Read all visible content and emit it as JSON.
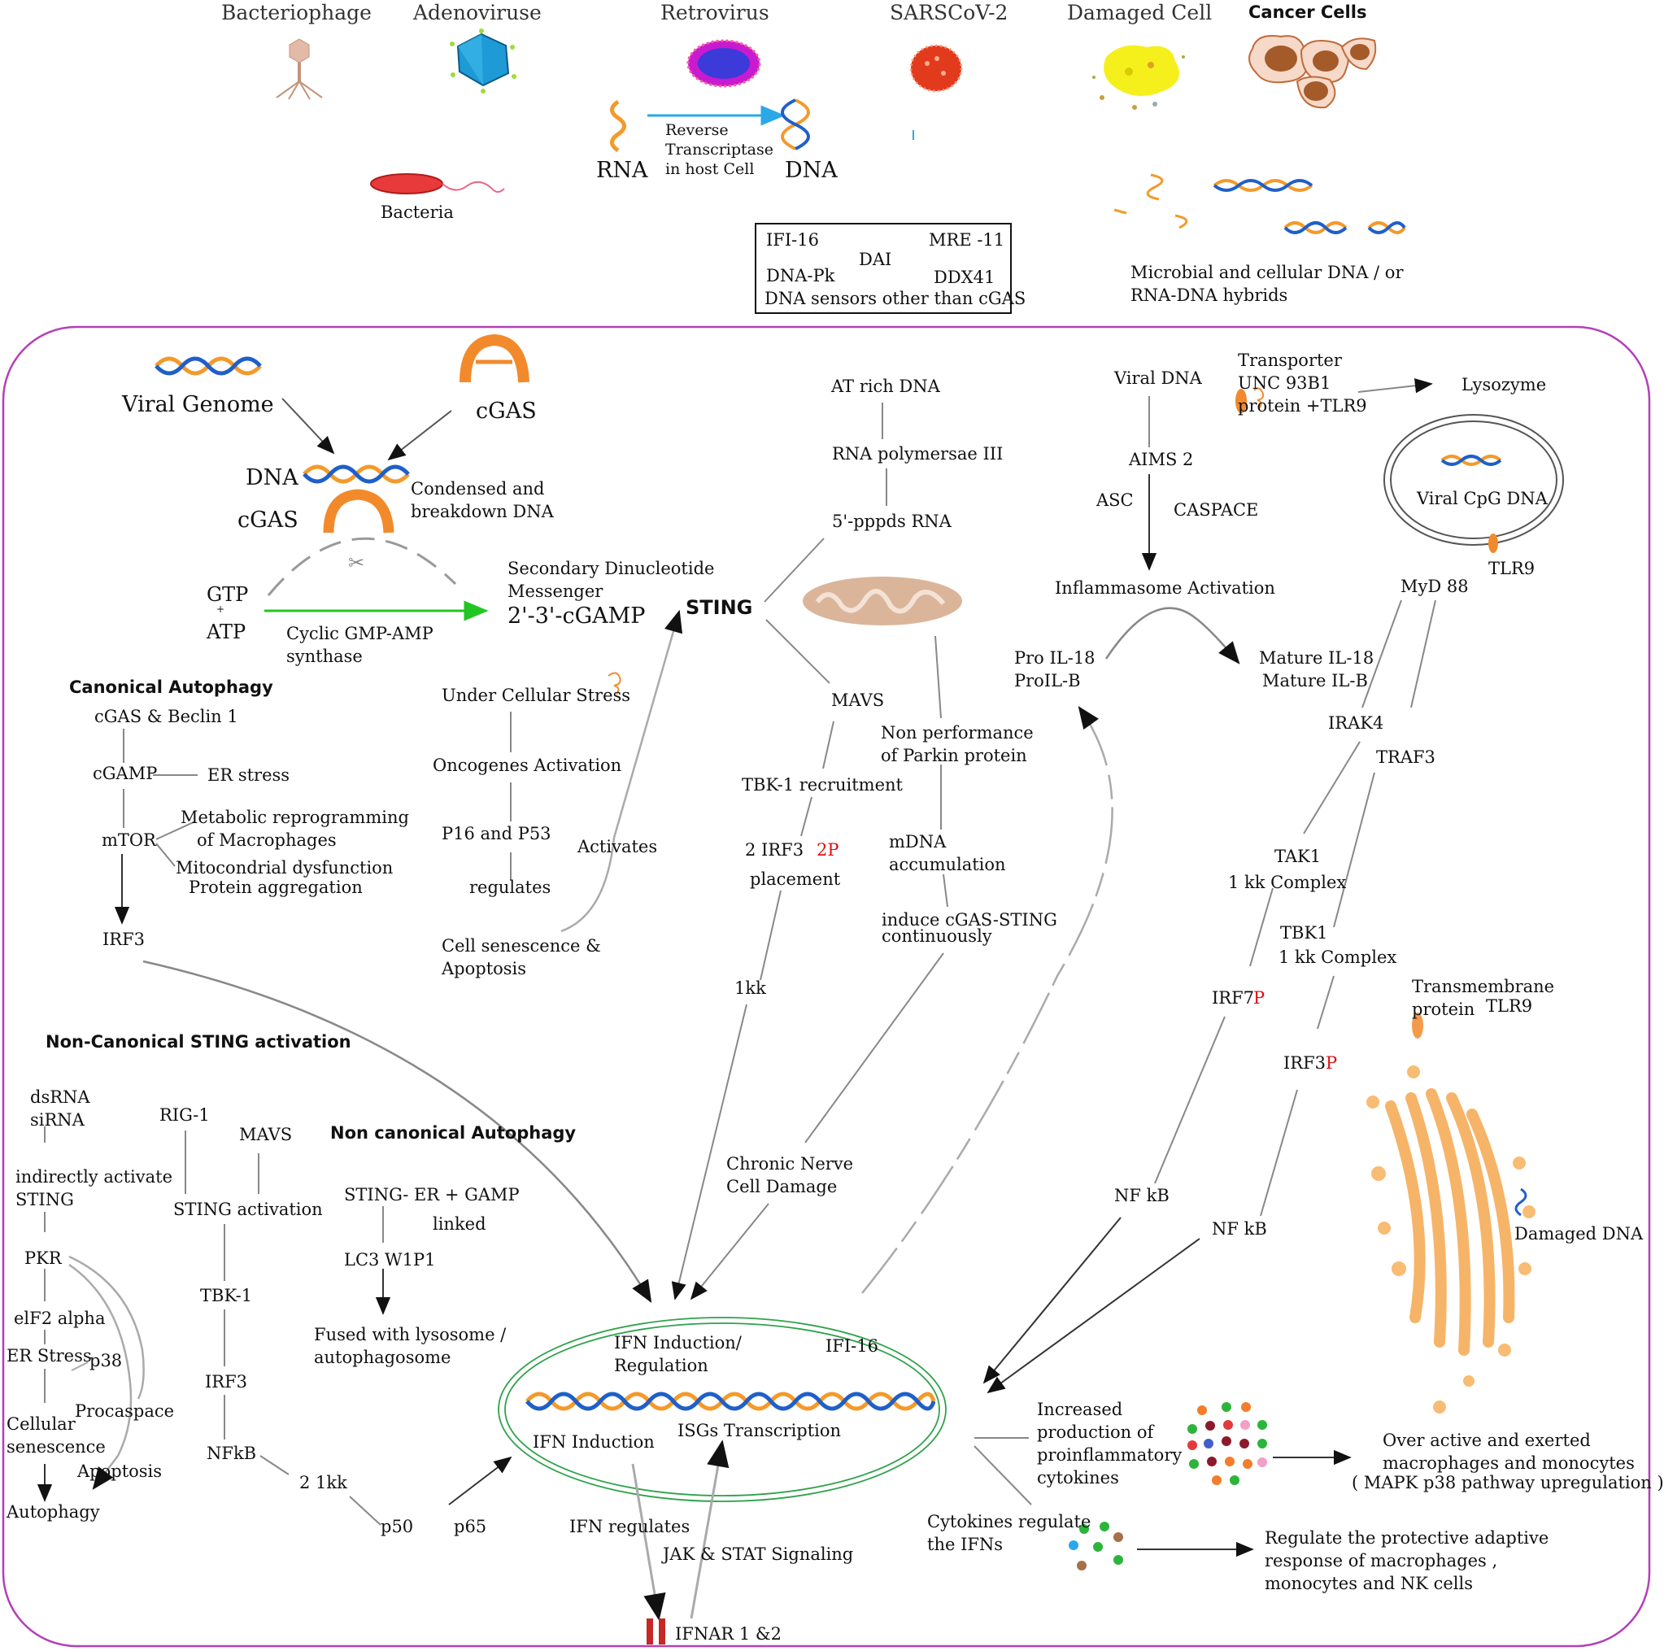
{
  "top": {
    "bacteriophage": "Bacteriophage",
    "adenovirus": "Adenoviruse",
    "retrovirus": "Retrovirus",
    "sars": "SARSCoV-2",
    "damaged_cell": "Damaged Cell",
    "cancer": "Cancer Cells",
    "bacteria": "Bacteria",
    "rna": "RNA",
    "dna": "DNA",
    "rt_line1": "Reverse",
    "rt_line2": "Transcriptase",
    "rt_line3": "in host Cell",
    "microbial_line1": "Microbial and cellular DNA / or",
    "microbial_line2": "RNA-DNA hybrids"
  },
  "sensors": {
    "ifi16": "IFI-16",
    "mre11": "MRE -11",
    "dai": "DAI",
    "dnapk": "DNA-Pk",
    "ddx41": "DDX41",
    "caption": "DNA sensors other than cGAS"
  },
  "cgas": {
    "viral_genome": "Viral Genome",
    "cgas_top": "cGAS",
    "dna": "DNA",
    "cgas": "cGAS",
    "condensed1": "Condensed and",
    "condensed2": "breakdown DNA",
    "gtp": "GTP",
    "plus": "+",
    "atp": "ATP",
    "synthase1": "Cyclic GMP-AMP",
    "synthase2": "synthase",
    "messenger1": "Secondary Dinucleotide",
    "messenger2": "Messenger",
    "cgamp": "2'-3'-cGAMP",
    "sting": "STING"
  },
  "canonical": {
    "title": "Canonical Autophagy",
    "beclin": "cGAS & Beclin 1",
    "cgamp": "cGAMP",
    "er": "ER stress",
    "mtor": "mTOR",
    "metab1": "Metabolic reprogramming",
    "metab2": "of Macrophages",
    "mito1": "Mitocondrial dysfunction",
    "mito2": "Protein aggregation",
    "irf3": "IRF3"
  },
  "stress": {
    "under": "Under Cellular Stress",
    "onco": "Oncogenes Activation",
    "p16": "P16 and P53",
    "regulates": "regulates",
    "activates": "Activates",
    "senescence1": "Cell senescence &",
    "senescence2": "Apoptosis"
  },
  "rnapol": {
    "at": "AT rich DNA",
    "pol": "RNA polymersae III",
    "ppp": "5'-pppds RNA"
  },
  "mavs": {
    "mavs": "MAVS",
    "tbk": "TBK-1 recruitment",
    "irf3": "2 IRF3",
    "p2": "2P",
    "placement": "placement",
    "ikk": "1kk"
  },
  "parkin": {
    "np1": "Non performance",
    "np2": "of Parkin protein",
    "mdna1": "mDNA",
    "mdna2": "accumulation",
    "ind1": "induce cGAS-STING",
    "ind2": "continuously",
    "chronic1": "Chronic Nerve",
    "chronic2": "Cell Damage"
  },
  "aim2": {
    "viral": "Viral DNA",
    "aims": "AIMS  2",
    "asc": "ASC",
    "caspace": "CASPACE",
    "infl": "Inflammasome Activation",
    "pro1": "Pro IL-18",
    "pro2": "ProIL-B",
    "mat1": "Mature IL-18",
    "mat2": "Mature IL-B"
  },
  "tlr9": {
    "trans1": "Transporter",
    "trans2": "UNC 93B1",
    "trans3": "protein +TLR9",
    "lysozyme": "Lysozyme",
    "cpg": "Viral CpG DNA",
    "tlr9": "TLR9",
    "myd": "MyD 88",
    "irak": "IRAK4",
    "traf": "TRAF3",
    "tak": "TAK1",
    "ikk1": "1 kk  Complex",
    "tbk": "TBK1",
    "ikk2": "1 kk  Complex",
    "irf7": "IRF7",
    "irf7p": "P",
    "irf3": "IRF3",
    "irf3p": "P",
    "nfkb1": "NF kB",
    "nfkb2": "NF kB",
    "tm1": "Transmembrane",
    "tm2": "protein",
    "tm3": "TLR9",
    "damaged": "Damaged DNA"
  },
  "noncanon": {
    "title": "Non-Canonical STING activation",
    "dsrna": "dsRNA",
    "sirna": "siRNA",
    "ind1": "indirectly activate",
    "ind2": "STING",
    "pkr": "PKR",
    "eif": "elF2 alpha",
    "er": "ER Stress",
    "p38": "p38",
    "cell1": "Cellular",
    "cell2": "senescence",
    "procasp": "Procaspace",
    "apop": "Apoptosis",
    "auto": "Autophagy",
    "rig": "RIG-1",
    "mavs": "MAVS",
    "sting_act": "STING activation",
    "tbk": "TBK-1",
    "irf3": "IRF3",
    "nfkb": "NFkB",
    "ikk": "2 1kk",
    "p50": "p50",
    "p65": "p65"
  },
  "ncauto": {
    "title": "Non canonical Autophagy",
    "sting": "STING- ER + GAMP",
    "linked": "linked",
    "lc3": "LC3 W1P1",
    "fused1": "Fused with lysosome /",
    "fused2": "autophagosome"
  },
  "nucleus": {
    "ifn1": "IFN  Induction/",
    "ifn2": "Regulation",
    "ifi": "IFI-16",
    "ifninduction": "IFN  Induction",
    "isgs": "ISGs Transcription",
    "regulates": "IFN regulates",
    "jak": "JAK & STAT Signaling",
    "ifnar": "IFNAR 1 &2"
  },
  "outputs": {
    "inc1": "Increased",
    "inc2": "production of",
    "inc3": "proinflammatory",
    "inc4": "cytokines",
    "over1": "Over active and exerted",
    "over2": "macrophages and monocytes",
    "over3": "( MAPK p38 pathway upregulation )",
    "creg1": "Cytokines regulate",
    "creg2": "the IFNs",
    "prot1": "Regulate the protective adaptive",
    "prot2": "response of macrophages ,",
    "prot3": "monocytes and NK cells"
  },
  "colors": {
    "cell_border": "#b340b8",
    "helix_orange": "#f39a2a",
    "helix_blue": "#1f5fc8",
    "green_arrow": "#22c622",
    "phospho_red": "#d11111",
    "nucleus_green": "#2fa24a"
  }
}
